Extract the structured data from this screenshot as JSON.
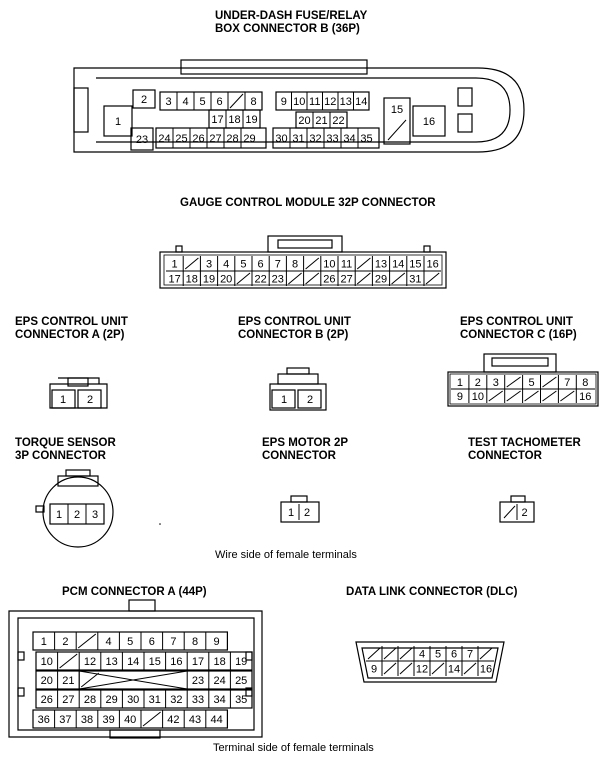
{
  "titles": {
    "fuse_box": "UNDER-DASH FUSE/RELAY\nBOX CONNECTOR B (36P)",
    "gauge": "GAUGE CONTROL MODULE 32P CONNECTOR",
    "eps_a": "EPS CONTROL UNIT\nCONNECTOR A (2P)",
    "eps_b": "EPS CONTROL UNIT\nCONNECTOR B (2P)",
    "eps_c": "EPS CONTROL UNIT\nCONNECTOR C (16P)",
    "torque": "TORQUE SENSOR\n3P CONNECTOR",
    "eps_motor": "EPS MOTOR 2P\nCONNECTOR",
    "tach": "TEST TACHOMETER\nCONNECTOR",
    "pcm": "PCM CONNECTOR A (44P)",
    "dlc": "DATA LINK CONNECTOR (DLC)"
  },
  "captions": {
    "wire_side": "Wire side of female terminals",
    "terminal_side": "Terminal side of female terminals"
  },
  "connectors": {
    "fuse_box": {
      "left": [
        "1"
      ],
      "top_a": [
        "2",
        "3",
        "4",
        "5",
        "6",
        "",
        "8"
      ],
      "top_b": [
        "9",
        "10",
        "11",
        "12",
        "13",
        "14"
      ],
      "mid_a": [
        "17",
        "18",
        "19"
      ],
      "mid_b": [
        "20",
        "21",
        "22"
      ],
      "bot_a": [
        "23",
        "24",
        "25",
        "26",
        "27",
        "28",
        "29"
      ],
      "bot_b": [
        "30",
        "31",
        "32",
        "33",
        "34",
        "35"
      ],
      "right": [
        "15",
        "16"
      ]
    },
    "gauge": {
      "row1": [
        "1",
        "",
        "3",
        "4",
        "5",
        "6",
        "7",
        "8",
        "",
        "10",
        "11",
        "",
        "13",
        "14",
        "15",
        "16"
      ],
      "row2": [
        "17",
        "18",
        "19",
        "20",
        "",
        "22",
        "23",
        "",
        "",
        "26",
        "27",
        "",
        "29",
        "",
        "31",
        ""
      ]
    },
    "eps_a": [
      "1",
      "2"
    ],
    "eps_b": [
      "1",
      "2"
    ],
    "eps_c": {
      "row1": [
        "1",
        "2",
        "3",
        "",
        "5",
        "",
        "7",
        "8"
      ],
      "row2": [
        "9",
        "10",
        "",
        "",
        "",
        "",
        "",
        "16"
      ]
    },
    "torque": [
      "1",
      "2",
      "3"
    ],
    "eps_motor": [
      "1",
      "2"
    ],
    "tach": [
      "",
      "2"
    ],
    "pcm": {
      "row1": [
        "1",
        "2",
        "",
        "4",
        "5",
        "6",
        "7",
        "8",
        "9"
      ],
      "row2": [
        "10",
        "",
        "12",
        "13",
        "14",
        "15",
        "16",
        "17",
        "18",
        "19"
      ],
      "row3": [
        "20",
        "21",
        "",
        "",
        "",
        "",
        "",
        "23",
        "24",
        "25"
      ],
      "row4": [
        "26",
        "27",
        "28",
        "29",
        "30",
        "31",
        "32",
        "33",
        "34",
        "35"
      ],
      "row5": [
        "36",
        "37",
        "38",
        "39",
        "40",
        "",
        "42",
        "43",
        "44"
      ]
    },
    "dlc": {
      "row1": [
        "",
        "",
        "",
        "4",
        "5",
        "6",
        "7",
        ""
      ],
      "row2": [
        "9",
        "",
        "",
        "12",
        "",
        "14",
        "",
        "16"
      ]
    }
  }
}
